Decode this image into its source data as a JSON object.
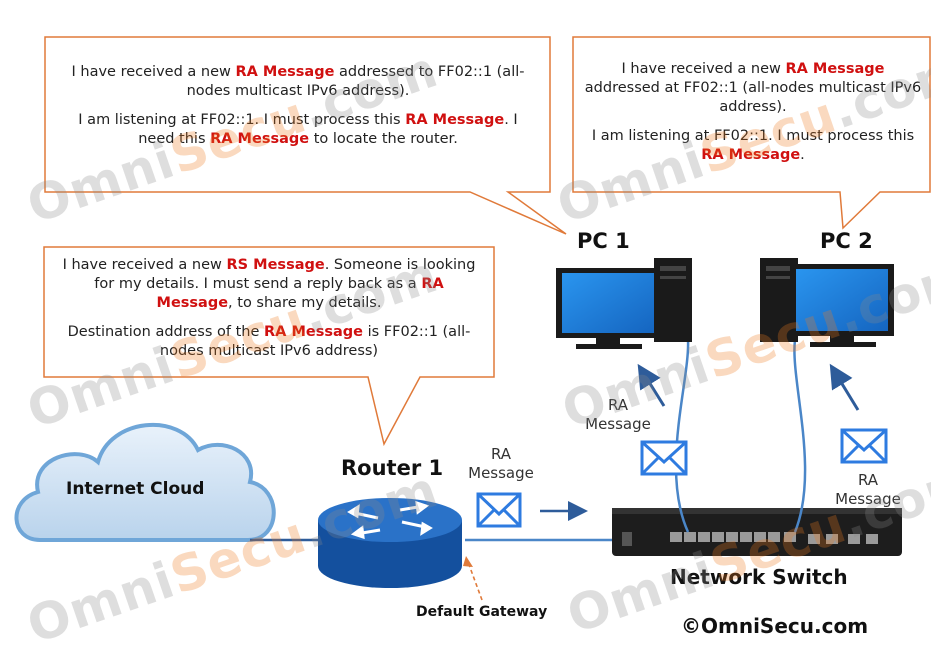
{
  "callouts": {
    "pc1": {
      "p1": {
        "t1": "I have received a new ",
        "hl": "RA Message",
        "t2": " addressed to FF02::1 (all-nodes multicast IPv6 address)."
      },
      "p2": {
        "t1": "I am listening at  FF02::1. I must process this ",
        "hl": "RA Message",
        "t2": ". I need this ",
        "hl2": "RA Message",
        "t3": " to locate the router."
      }
    },
    "pc2": {
      "p1": {
        "t1": "I have received a new ",
        "hl": "RA Message",
        "t2": " addressed at FF02::1 (all-nodes multicast IPv6 address)."
      },
      "p2": {
        "t1": "I am listening at  FF02::1. I must process this ",
        "hl": "RA Message",
        "t2": "."
      }
    },
    "router": {
      "p1": {
        "t1": "I have received a new ",
        "hl": "RS Message",
        "t2": ". Someone is looking for my details. I must send a reply back as a ",
        "hl2": "RA Message",
        "t3": ", to share my details."
      },
      "p2": {
        "t1": "Destination address of the ",
        "hl": "RA Message",
        "t2": " is FF02::1 (all-nodes multicast IPv6 address)"
      }
    }
  },
  "labels": {
    "pc1": "PC 1",
    "pc2": "PC 2",
    "router": "Router 1",
    "internet": "Internet Cloud",
    "switch": "Network Switch",
    "default_gateway": "Default Gateway",
    "ra_router_switch": [
      "RA",
      "Message"
    ],
    "ra_pc1": [
      "RA",
      "Message"
    ],
    "ra_pc2": [
      "RA",
      "Message"
    ]
  },
  "copyright": "©OmniSecu.com",
  "watermark": {
    "part1": "Omni",
    "part2": "Secu",
    "part3": ".com"
  },
  "colors": {
    "highlight": "#d01010",
    "callout_border": "#e07a3a",
    "router_blue": "#1a5fb4",
    "monitor_blue": "#1f86e3",
    "link_blue": "#4a86c8",
    "envelope_blue": "#2e7be0",
    "watermark_orange": "#ee7a1e"
  },
  "icons": [
    "cloud-icon",
    "router-icon",
    "switch-icon",
    "monitor-icon",
    "tower-icon",
    "envelope-icon",
    "arrow-icon"
  ]
}
